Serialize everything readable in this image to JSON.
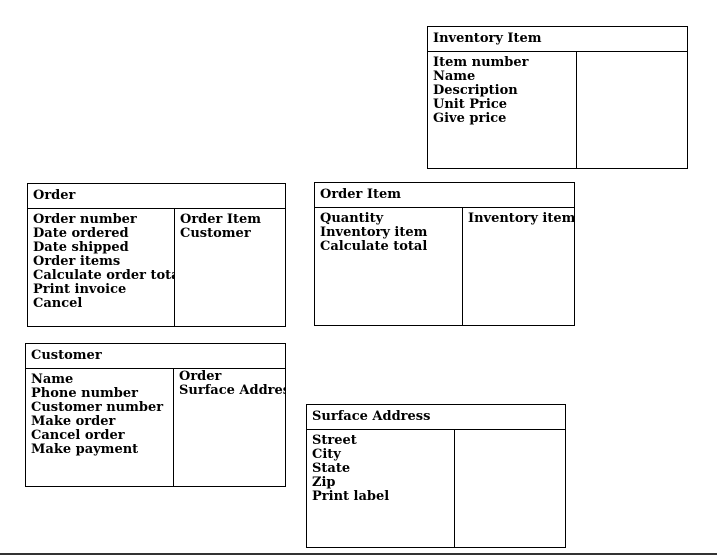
{
  "cards": {
    "inventory_item": {
      "title": "Inventory Item",
      "attributes": [
        "Item number",
        "Name",
        "Description",
        "Unit Price",
        "Give price"
      ],
      "collaborators": []
    },
    "order": {
      "title": "Order",
      "attributes": [
        "Order number",
        "Date ordered",
        "Date shipped",
        "Order items",
        "Calculate order total",
        "Print invoice",
        "Cancel"
      ],
      "collaborators": [
        "Order Item",
        "Customer"
      ]
    },
    "order_item": {
      "title": "Order Item",
      "attributes": [
        "Quantity",
        "Inventory item",
        "Calculate total"
      ],
      "collaborators": [
        "Inventory item"
      ]
    },
    "customer": {
      "title": "Customer",
      "attributes": [
        "Name",
        "Phone number",
        "Customer number",
        "Make order",
        "Cancel order",
        "Make payment"
      ],
      "collaborators": [
        "Order",
        "Surface Address"
      ]
    },
    "surface_address": {
      "title": "Surface Address",
      "attributes": [
        "Street",
        "City",
        "State",
        "Zip",
        "Print label"
      ],
      "collaborators": []
    }
  }
}
